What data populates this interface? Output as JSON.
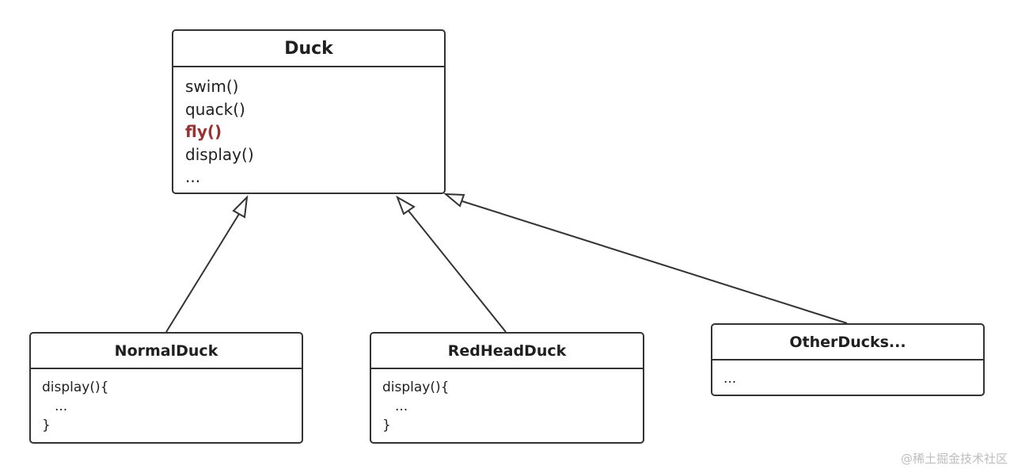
{
  "diagram": {
    "colors": {
      "stroke": "#333333",
      "text": "#1f1f1f",
      "highlight": "#9b3131",
      "watermark": "#bdbdbd"
    },
    "parent": {
      "name": "Duck",
      "members": [
        "swim()",
        "quack()",
        "fly()",
        "display()",
        "..."
      ],
      "highlighted_member": "fly()"
    },
    "subclasses": [
      {
        "name": "NormalDuck",
        "members": [
          "display(){",
          "...",
          "}"
        ]
      },
      {
        "name": "RedHeadDuck",
        "members": [
          "display(){",
          "...",
          "}"
        ]
      },
      {
        "name": "OtherDucks...",
        "members": [
          "..."
        ]
      }
    ],
    "relations": [
      {
        "from": "NormalDuck",
        "to": "Duck",
        "type": "inheritance"
      },
      {
        "from": "RedHeadDuck",
        "to": "Duck",
        "type": "inheritance"
      },
      {
        "from": "OtherDucks...",
        "to": "Duck",
        "type": "inheritance"
      }
    ]
  },
  "watermark": "@稀土掘金技术社区"
}
